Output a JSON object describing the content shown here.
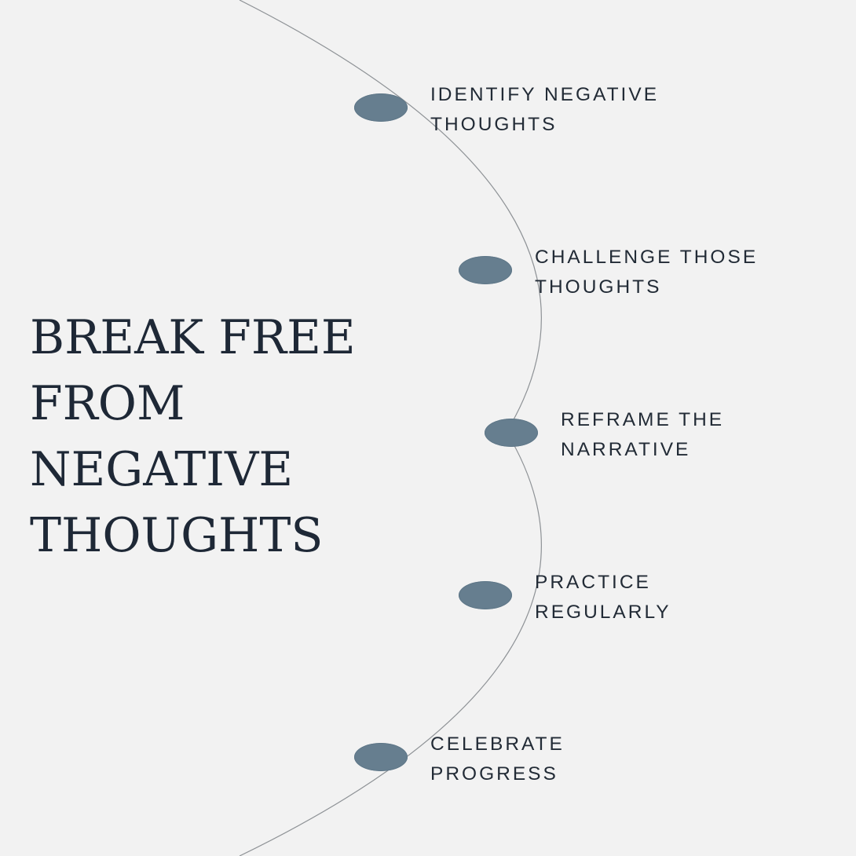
{
  "title": {
    "lines": [
      "BREAK FREE",
      "FROM",
      "NEGATIVE",
      "THOUGHTS"
    ]
  },
  "steps": [
    {
      "lines": [
        "IDENTIFY NEGATIVE",
        "THOUGHTS"
      ]
    },
    {
      "lines": [
        "CHALLENGE THOSE",
        "THOUGHTS"
      ]
    },
    {
      "lines": [
        "REFRAME THE",
        "NARRATIVE"
      ]
    },
    {
      "lines": [
        "PRACTICE",
        "REGULARLY"
      ]
    },
    {
      "lines": [
        "CELEBRATE",
        "PROGRESS"
      ]
    }
  ],
  "colors": {
    "background": "#f2f2f2",
    "dot": "#667e8f",
    "arc": "#8e9296",
    "text": "#222b36"
  }
}
